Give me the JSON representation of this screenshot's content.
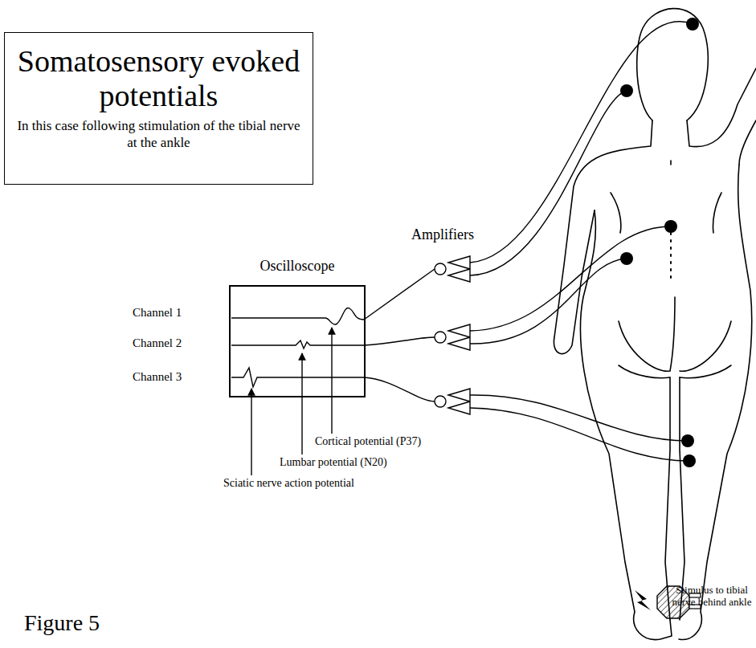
{
  "diagram": {
    "nodes": [
      {
        "text": [
          "Somatosensory evoked potentials",
          "In this case following stimulation of the tibial nerve at the ankle"
        ]
      },
      {
        "text": [
          "Oscilloscope"
        ]
      }
    ],
    "labels": [
      "Channel 1",
      "Channel 2",
      "Channel 3",
      "Amplifiers",
      "Cortical potential (P37)",
      "Lumbar potential (N20)",
      "Sciatic nerve action potential",
      "Stimulus to tibial nerve behind ankle",
      "Figure 5"
    ]
  }
}
